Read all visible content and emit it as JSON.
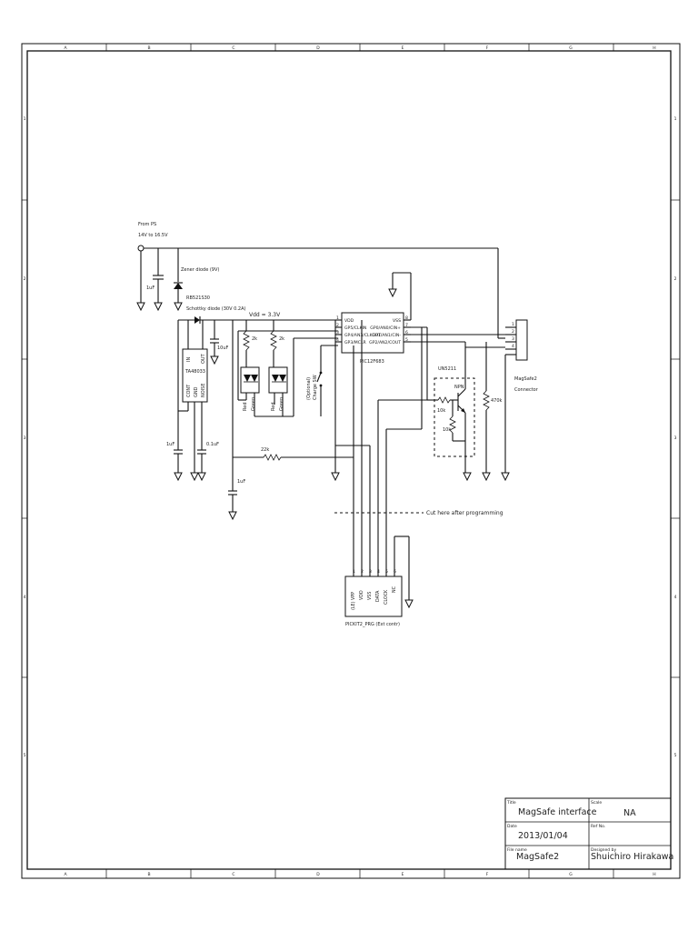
{
  "frame": {
    "top_letters": [
      "A",
      "B",
      "C",
      "D",
      "E",
      "F",
      "G",
      "H"
    ],
    "bottom_letters": [
      "A",
      "B",
      "C",
      "D",
      "E",
      "F",
      "G",
      "H"
    ],
    "left_numbers": [
      "1",
      "2",
      "3",
      "4",
      "5"
    ],
    "right_numbers": [
      "1",
      "2",
      "3",
      "4",
      "5"
    ]
  },
  "labels": {
    "from_ps": "From PS",
    "voltage_range": "14V to 16.5V",
    "zener": "Zener diode (9V)",
    "schottky_part": "RB521S30",
    "schottky_desc": "Schottky diode (30V 0.2A)",
    "vdd": "Vdd = 3.3V",
    "cap_1uf_top": "1uF",
    "cap_10uf": "10uF",
    "cap_1uf_left": "1uF",
    "cap_01uf": "0.1uF",
    "cap_1uf_mid": "1uF",
    "res_2k_a": "2k",
    "res_2k_b": "2k",
    "res_22k": "22k",
    "res_10k_a": "10k",
    "res_10k_b": "10k",
    "res_470k": "470k",
    "reg_part": "TA48033",
    "reg_pin_cont": "CONT",
    "reg_pin_in": "IN",
    "reg_pin_gnd": "GND",
    "reg_pin_noise": "NOISE",
    "reg_pin_out": "OUT",
    "led1_red": "Red",
    "led1_green": "Green",
    "led2_red": "Red",
    "led2_green": "Green",
    "switch_desc_1": "(Optional)",
    "switch_desc_2": "Charge SW",
    "transistor_part": "UN5211",
    "transistor_type": "NPN",
    "mcu_part": "PIC12F683",
    "mcu_pins_left": [
      "VDD",
      "GP5/CLKIN",
      "GP4/AN3/CLKOUT",
      "GP3/MCLR"
    ],
    "mcu_pins_right": [
      "VSS",
      "GP0/AN0/CIN+",
      "GP1/AN1/CIN-",
      "GP2/AN2/COUT"
    ],
    "mcu_pin_nums_left": [
      "1",
      "2",
      "3",
      "4"
    ],
    "mcu_pin_nums_right": [
      "8",
      "7",
      "6",
      "5"
    ],
    "connector_pins": [
      "1",
      "2",
      "3",
      "4"
    ],
    "connector_name_1": "MagSafe2",
    "connector_name_2": "Connector",
    "cut_here": "Cut here after programming",
    "pickit_pins": [
      "(LE) VPP",
      "VDD",
      "VSS",
      "DATA",
      "CLOCK",
      "NC"
    ],
    "pickit_nums": [
      "1",
      "2",
      "3",
      "4",
      "5",
      "6"
    ],
    "pickit_name": "PICKIT2_PRG (Ext contr)"
  },
  "title_block": {
    "title_label": "Title",
    "title": "MagSafe interface",
    "scale_label": "Scale",
    "scale": "NA",
    "date_label": "Date",
    "date": "2013/01/04",
    "ref_label": "Ref No.",
    "ref": "",
    "file_label": "File name",
    "file": "MagSafe2",
    "designed_label": "Designed by",
    "designer": "Shuichiro Hirakawa"
  }
}
